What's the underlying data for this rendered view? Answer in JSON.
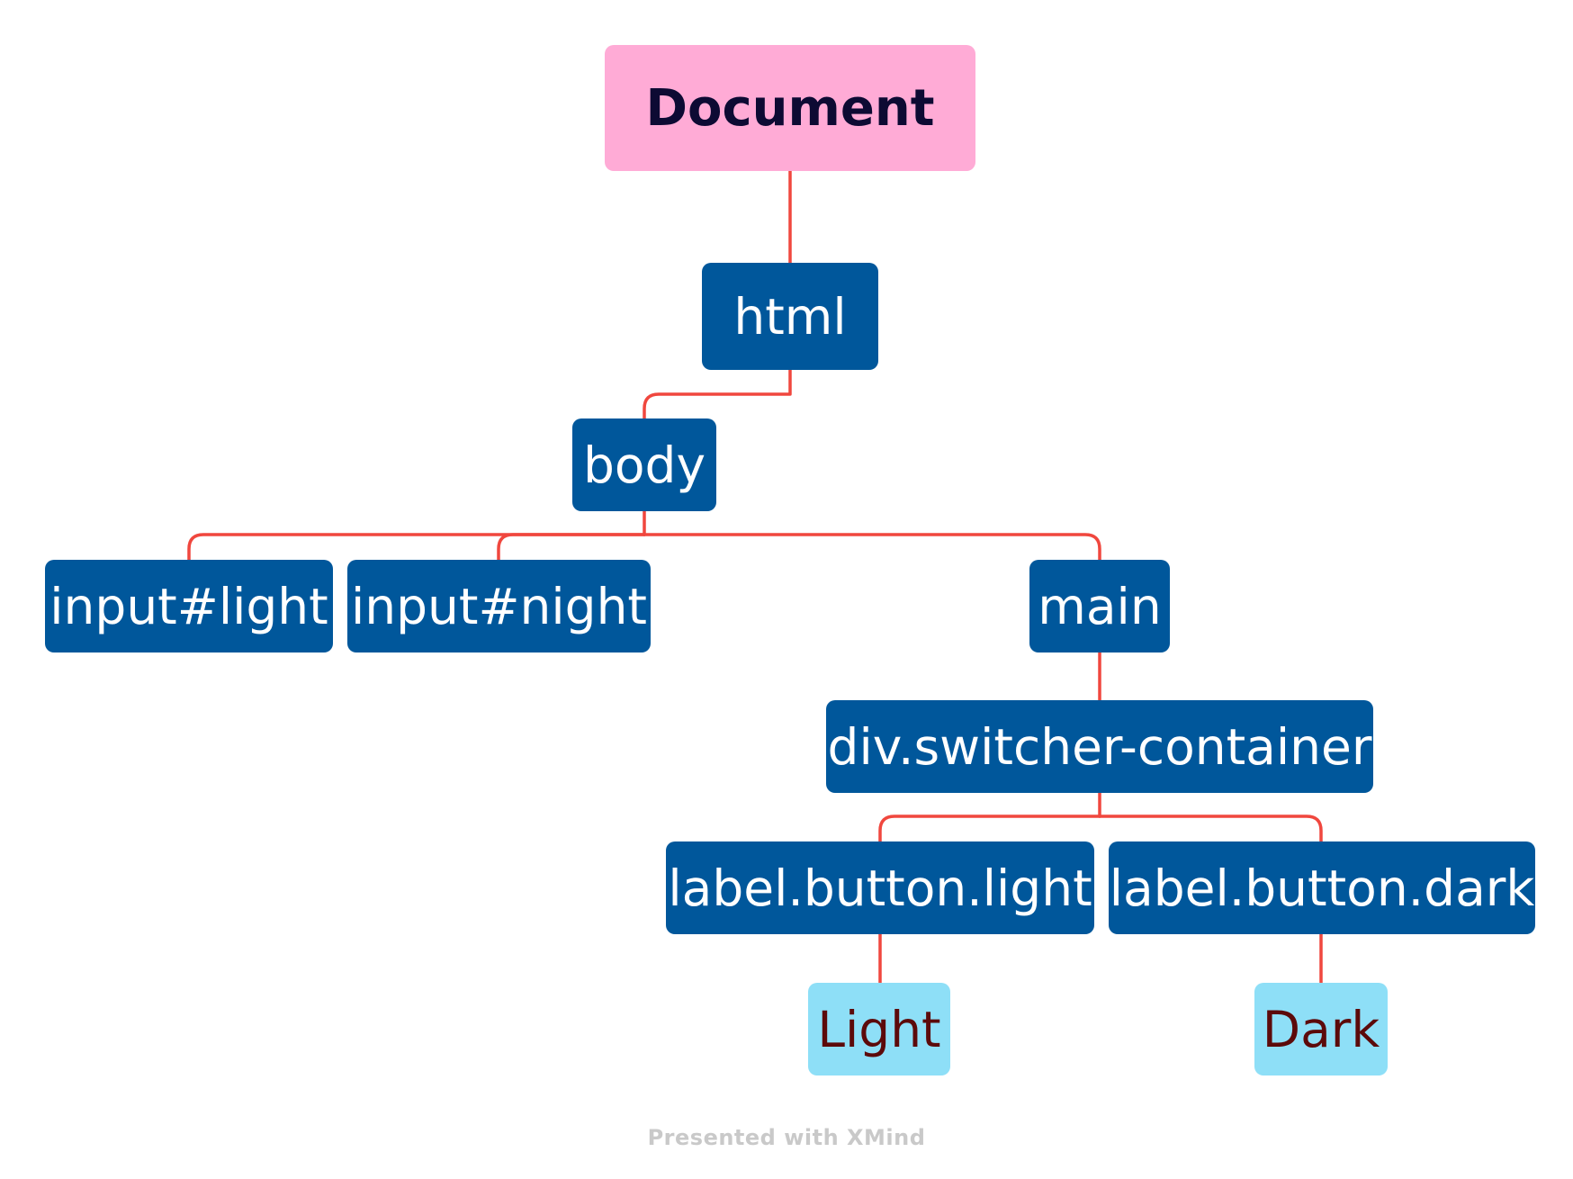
{
  "diagram": {
    "root": "Document",
    "nodes": {
      "html": "html",
      "body": "body",
      "input_light": "input#light",
      "input_night": "input#night",
      "main": "main",
      "switcher_container": "div.switcher-container",
      "label_light": "label.button.light",
      "label_dark": "label.button.dark",
      "text_light": "Light",
      "text_dark": "Dark"
    },
    "edges": [
      [
        "Document",
        "html"
      ],
      [
        "html",
        "body"
      ],
      [
        "body",
        "input#light"
      ],
      [
        "body",
        "input#night"
      ],
      [
        "body",
        "main"
      ],
      [
        "main",
        "div.switcher-container"
      ],
      [
        "div.switcher-container",
        "label.button.light"
      ],
      [
        "div.switcher-container",
        "label.button.dark"
      ],
      [
        "label.button.light",
        "Light"
      ],
      [
        "label.button.dark",
        "Dark"
      ]
    ],
    "colors": {
      "root_fill": "#ffabd6",
      "root_text": "#0d0a33",
      "element_fill": "#00579b",
      "element_text": "#ffffff",
      "text_fill": "#8edff7",
      "text_text": "#5c0a0a",
      "connector": "#f0473e"
    }
  },
  "footer": "Presented with XMind"
}
